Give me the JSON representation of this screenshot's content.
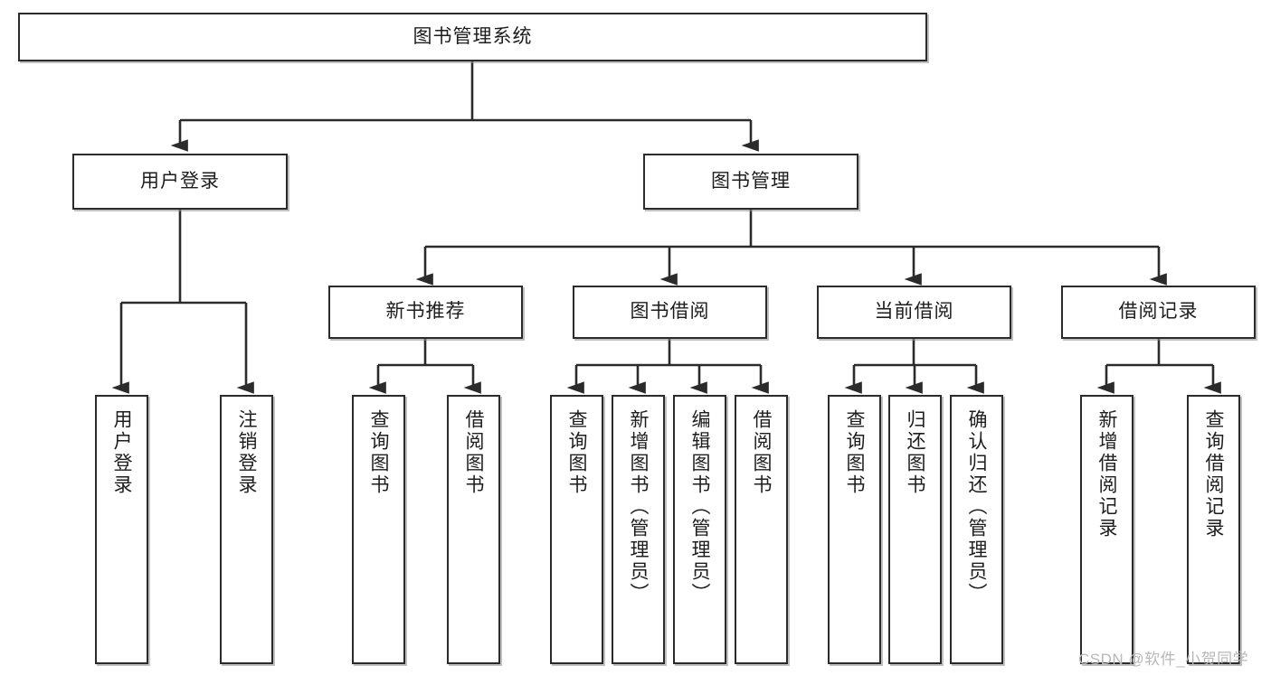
{
  "diagram": {
    "title": "图书管理系统",
    "type": "hierarchy-tree",
    "watermark": "CSDN @软件_小贺同学",
    "colors": {
      "box_border": "#2b2b2b",
      "box_fill": "#ffffff",
      "edge": "#2b2b2b",
      "text": "#1d1d1d",
      "watermark": "#b8b8b8"
    },
    "nodes": {
      "root": {
        "label": "图书管理系统"
      },
      "level2": [
        {
          "id": "user-login",
          "label": "用户登录"
        },
        {
          "id": "book-manage",
          "label": "图书管理"
        }
      ],
      "level3": [
        {
          "id": "new-book-recommend",
          "label": "新书推荐"
        },
        {
          "id": "book-borrow",
          "label": "图书借阅"
        },
        {
          "id": "current-borrow",
          "label": "当前借阅"
        },
        {
          "id": "borrow-record",
          "label": "借阅记录"
        }
      ],
      "leaves": {
        "user-login": [
          {
            "id": "leaf-user-login",
            "label": "用户登录"
          },
          {
            "id": "leaf-logout-login",
            "label": "注销登录"
          }
        ],
        "new-book-recommend": [
          {
            "id": "leaf-query-book-1",
            "label": "查询图书"
          },
          {
            "id": "leaf-borrow-book-1",
            "label": "借阅图书"
          }
        ],
        "book-borrow": [
          {
            "id": "leaf-query-book-2",
            "label": "查询图书"
          },
          {
            "id": "leaf-add-book-admin",
            "label": "新增图书（管理员）"
          },
          {
            "id": "leaf-edit-book-admin",
            "label": "编辑图书（管理员）"
          },
          {
            "id": "leaf-borrow-book-2",
            "label": "借阅图书"
          }
        ],
        "current-borrow": [
          {
            "id": "leaf-query-book-3",
            "label": "查询图书"
          },
          {
            "id": "leaf-return-book",
            "label": "归还图书"
          },
          {
            "id": "leaf-confirm-return-admin",
            "label": "确认归还（管理员）"
          }
        ],
        "borrow-record": [
          {
            "id": "leaf-add-borrow-record",
            "label": "新增借阅记录"
          },
          {
            "id": "leaf-query-borrow-record",
            "label": "查询借阅记录"
          }
        ]
      }
    }
  }
}
